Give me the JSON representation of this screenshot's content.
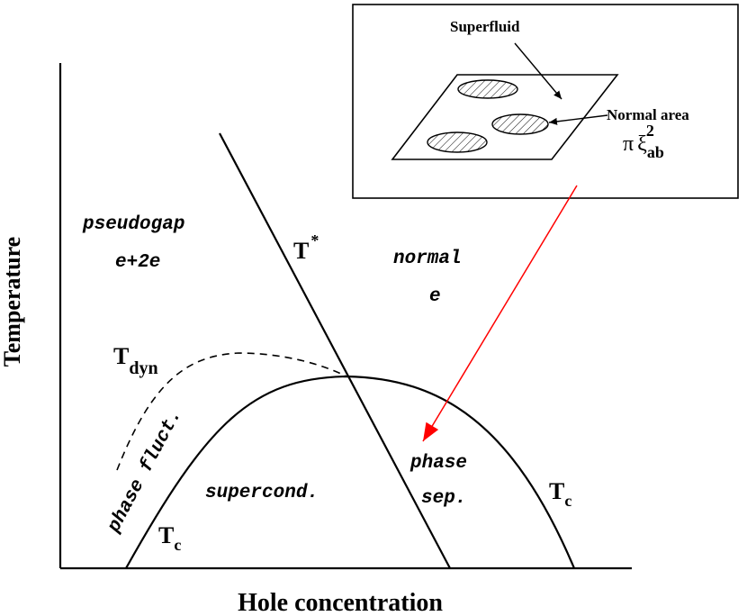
{
  "axes": {
    "ylabel": "Temperature",
    "xlabel": "Hole concentration"
  },
  "regions": {
    "pseudogap": "pseudogap",
    "pseudogap_carriers": "e+2e",
    "normal": "normal",
    "normal_carriers": "e",
    "phase_fluct": "phase fluct.",
    "supercond": "supercond.",
    "phase_sep_line1": "phase",
    "phase_sep_line2": "sep."
  },
  "curves": {
    "tstar_base": "T",
    "tstar_sup": "*",
    "tdyn_base": "T",
    "tdyn_sub": "dyn",
    "tc_left_base": "T",
    "tc_left_sub": "c",
    "tc_right_base": "T",
    "tc_right_sub": "c"
  },
  "inset": {
    "superfluid": "Superfluid",
    "normal_area": "Normal area",
    "area_pi": "π",
    "area_xi": "ξ",
    "area_sub": "ab",
    "area_sup": "2"
  },
  "colors": {
    "arrow": "#ff0000",
    "lines": "#000000"
  }
}
